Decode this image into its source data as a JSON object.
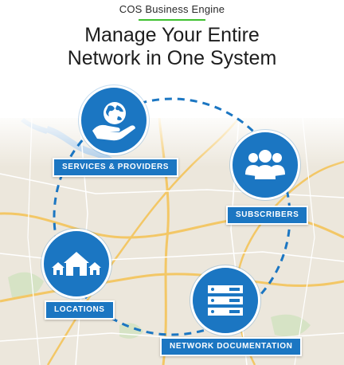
{
  "header": {
    "eyebrow": "COS Business Engine",
    "title_line1": "Manage Your Entire",
    "title_line2": "Network in One System"
  },
  "nodes": [
    {
      "label": "SERVICES & PROVIDERS",
      "icon": "globe-in-hand-icon"
    },
    {
      "label": "SUBSCRIBERS",
      "icon": "users-group-icon"
    },
    {
      "label": "LOCATIONS",
      "icon": "houses-icon"
    },
    {
      "label": "NETWORK DOCUMENTATION",
      "icon": "server-rack-icon"
    }
  ],
  "colors": {
    "accent_blue": "#1b76c2",
    "accent_green": "#3ec12f",
    "map_land": "#ece7dc",
    "map_water": "#a9c9e6",
    "map_road": "#f3c766"
  }
}
